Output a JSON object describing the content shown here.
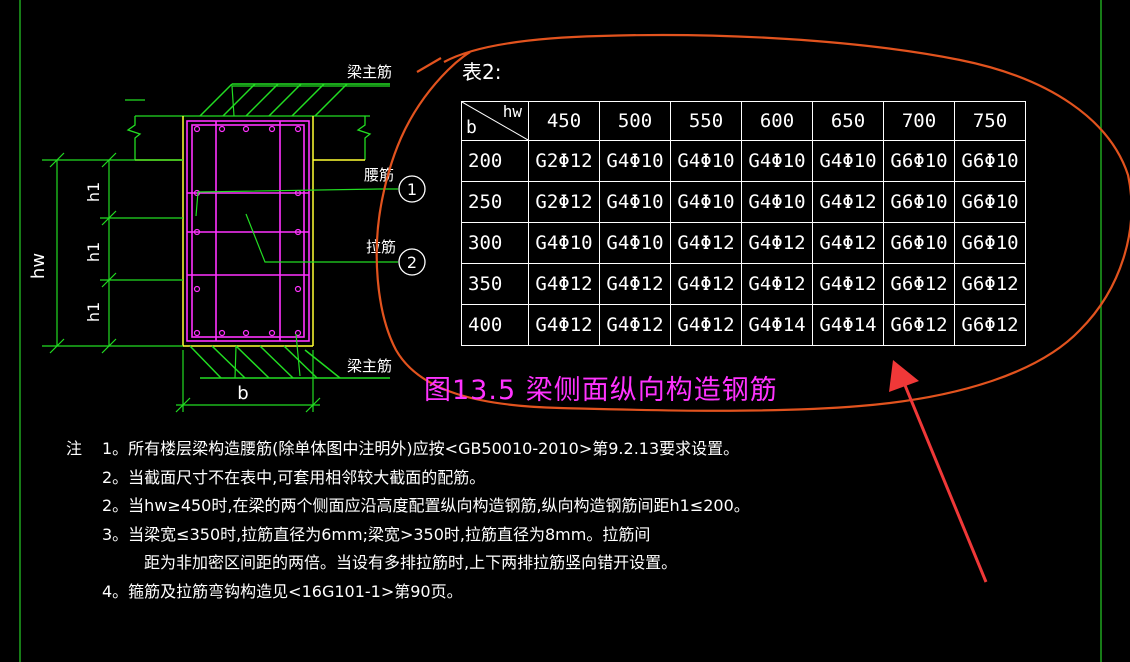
{
  "diagram": {
    "labels": {
      "top_bar": "梁主筋",
      "bottom_bar": "梁主筋",
      "waist_bar": "腰筋",
      "tie_bar": "拉筋",
      "callout_1": "1",
      "callout_2": "2",
      "hw": "hw",
      "b": "b",
      "h1_a": "h1",
      "h1_b": "h1",
      "h1_c": "h1"
    }
  },
  "table": {
    "title": "表2:",
    "corner_row": "b",
    "corner_col": "hw",
    "columns": [
      "450",
      "500",
      "550",
      "600",
      "650",
      "700",
      "750"
    ],
    "rows": [
      {
        "b": "200",
        "cells": [
          "G2Φ12",
          "G4Φ10",
          "G4Φ10",
          "G4Φ10",
          "G4Φ10",
          "G6Φ10",
          "G6Φ10"
        ]
      },
      {
        "b": "250",
        "cells": [
          "G2Φ12",
          "G4Φ10",
          "G4Φ10",
          "G4Φ10",
          "G4Φ12",
          "G6Φ10",
          "G6Φ10"
        ]
      },
      {
        "b": "300",
        "cells": [
          "G4Φ10",
          "G4Φ10",
          "G4Φ12",
          "G4Φ12",
          "G4Φ12",
          "G6Φ10",
          "G6Φ10"
        ]
      },
      {
        "b": "350",
        "cells": [
          "G4Φ12",
          "G4Φ12",
          "G4Φ12",
          "G4Φ12",
          "G4Φ12",
          "G6Φ12",
          "G6Φ12"
        ]
      },
      {
        "b": "400",
        "cells": [
          "G4Φ12",
          "G4Φ12",
          "G4Φ12",
          "G4Φ14",
          "G4Φ14",
          "G6Φ12",
          "G6Φ12"
        ]
      }
    ]
  },
  "figure_title": "图13.5  梁侧面纵向构造钢筋",
  "notes": {
    "label": "注",
    "lines": [
      "1。所有楼层梁构造腰筋(除单体图中注明外)应按<GB50010-2010>第9.2.13要求设置。",
      "2。当截面尺寸不在表中,可套用相邻较大截面的配筋。",
      "2。当hw≥450时,在梁的两个侧面应沿高度配置纵向构造钢筋,纵向构造钢筋间距h1≤200。",
      "3。当梁宽≤350时,拉筋直径为6mm;梁宽>350时,拉筋直径为8mm。拉筋间",
      "距为非加密区间距的两倍。当设有多排拉筋时,上下两排拉筋竖向错开设置。",
      "4。箍筋及拉筋弯钩构造见<16G101-1>第90页。"
    ]
  },
  "colors": {
    "background": "#000000",
    "green": "#22dd22",
    "yellow": "#ffff33",
    "magenta": "#ff33ff",
    "annotation_orange": "#e2531e",
    "arrow_red": "#f03838",
    "frame": "#1fa61f"
  }
}
